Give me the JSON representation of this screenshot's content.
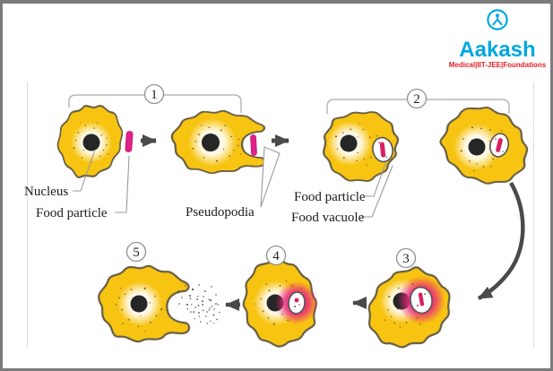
{
  "logo": {
    "brand": "Aakash",
    "tagline": "Medical|IIT-JEE|Foundations"
  },
  "diagram": {
    "steps": [
      {
        "number": "1"
      },
      {
        "number": "2"
      },
      {
        "number": "3"
      },
      {
        "number": "4"
      },
      {
        "number": "5"
      }
    ],
    "labels": {
      "nucleus": "Nucleus",
      "food_particle_stage1": "Food particle",
      "pseudopodia": "Pseudopodia",
      "food_particle_vacuole": "Food particle",
      "food_vacuole": "Food vacuole"
    }
  },
  "colors": {
    "amoeba_body": "#F7C411",
    "amoeba_outline": "#6B6246",
    "nucleus": "#262626",
    "food_particle": "#E0218A",
    "digestion_glow": "#E82A7B",
    "arrow": "#4A4A4A",
    "bracket": "#B5B5B5",
    "logo_blue": "#00A7E0",
    "logo_red": "#E31E24",
    "frame": "#7B7B7B"
  }
}
